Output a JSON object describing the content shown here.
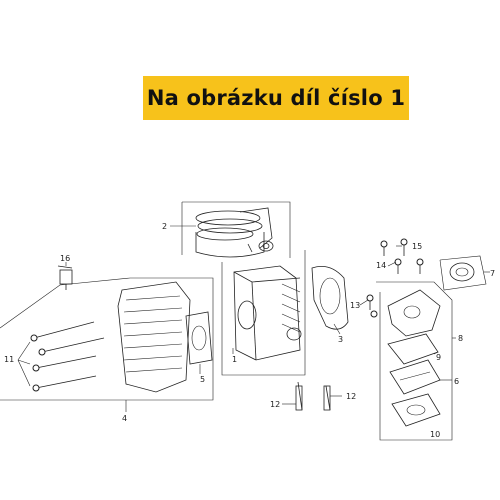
{
  "banner": {
    "text": "Na obrázku díl číslo 1",
    "color": "#f7c21b"
  },
  "callouts": {
    "c1": "1",
    "c2": "2",
    "c3": "3",
    "c4": "4",
    "c5": "5",
    "c6": "6",
    "c7": "7",
    "c8": "8",
    "c9": "9",
    "c10": "10",
    "c11": "11",
    "c12a": "12",
    "c12b": "12",
    "c13": "13",
    "c14": "14",
    "c15": "15",
    "c16": "16"
  },
  "icons": {
    "piston": "piston-rings-icon",
    "cylinder": "cylinder-block-icon",
    "head": "cylinder-head-icon",
    "spark_plug": "spark-plug-icon",
    "reed_valve": "reed-valve-icon"
  }
}
